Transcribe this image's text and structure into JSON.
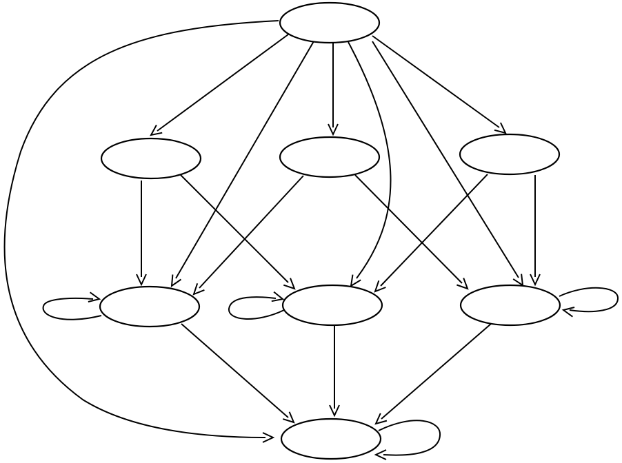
{
  "diagram": {
    "type": "directed-graph",
    "colors": {
      "background": "#ffffff",
      "stroke": "#000000"
    },
    "nodes": [
      {
        "id": "top",
        "label": ""
      },
      {
        "id": "mid-left",
        "label": ""
      },
      {
        "id": "mid-center",
        "label": ""
      },
      {
        "id": "mid-right",
        "label": ""
      },
      {
        "id": "low-left",
        "label": ""
      },
      {
        "id": "low-center",
        "label": ""
      },
      {
        "id": "low-right",
        "label": ""
      },
      {
        "id": "bottom",
        "label": ""
      }
    ],
    "edges": [
      {
        "from": "top",
        "to": "mid-left"
      },
      {
        "from": "top",
        "to": "mid-center"
      },
      {
        "from": "top",
        "to": "mid-right"
      },
      {
        "from": "top",
        "to": "low-left"
      },
      {
        "from": "top",
        "to": "low-center"
      },
      {
        "from": "top",
        "to": "low-right"
      },
      {
        "from": "top",
        "to": "bottom"
      },
      {
        "from": "mid-left",
        "to": "low-left"
      },
      {
        "from": "mid-left",
        "to": "low-center"
      },
      {
        "from": "mid-center",
        "to": "low-left"
      },
      {
        "from": "mid-center",
        "to": "low-right"
      },
      {
        "from": "mid-right",
        "to": "low-center"
      },
      {
        "from": "mid-right",
        "to": "low-right"
      },
      {
        "from": "low-left",
        "to": "low-left"
      },
      {
        "from": "low-center",
        "to": "low-center"
      },
      {
        "from": "low-right",
        "to": "low-right"
      },
      {
        "from": "low-left",
        "to": "bottom"
      },
      {
        "from": "low-center",
        "to": "bottom"
      },
      {
        "from": "low-right",
        "to": "bottom"
      },
      {
        "from": "bottom",
        "to": "bottom"
      }
    ]
  }
}
